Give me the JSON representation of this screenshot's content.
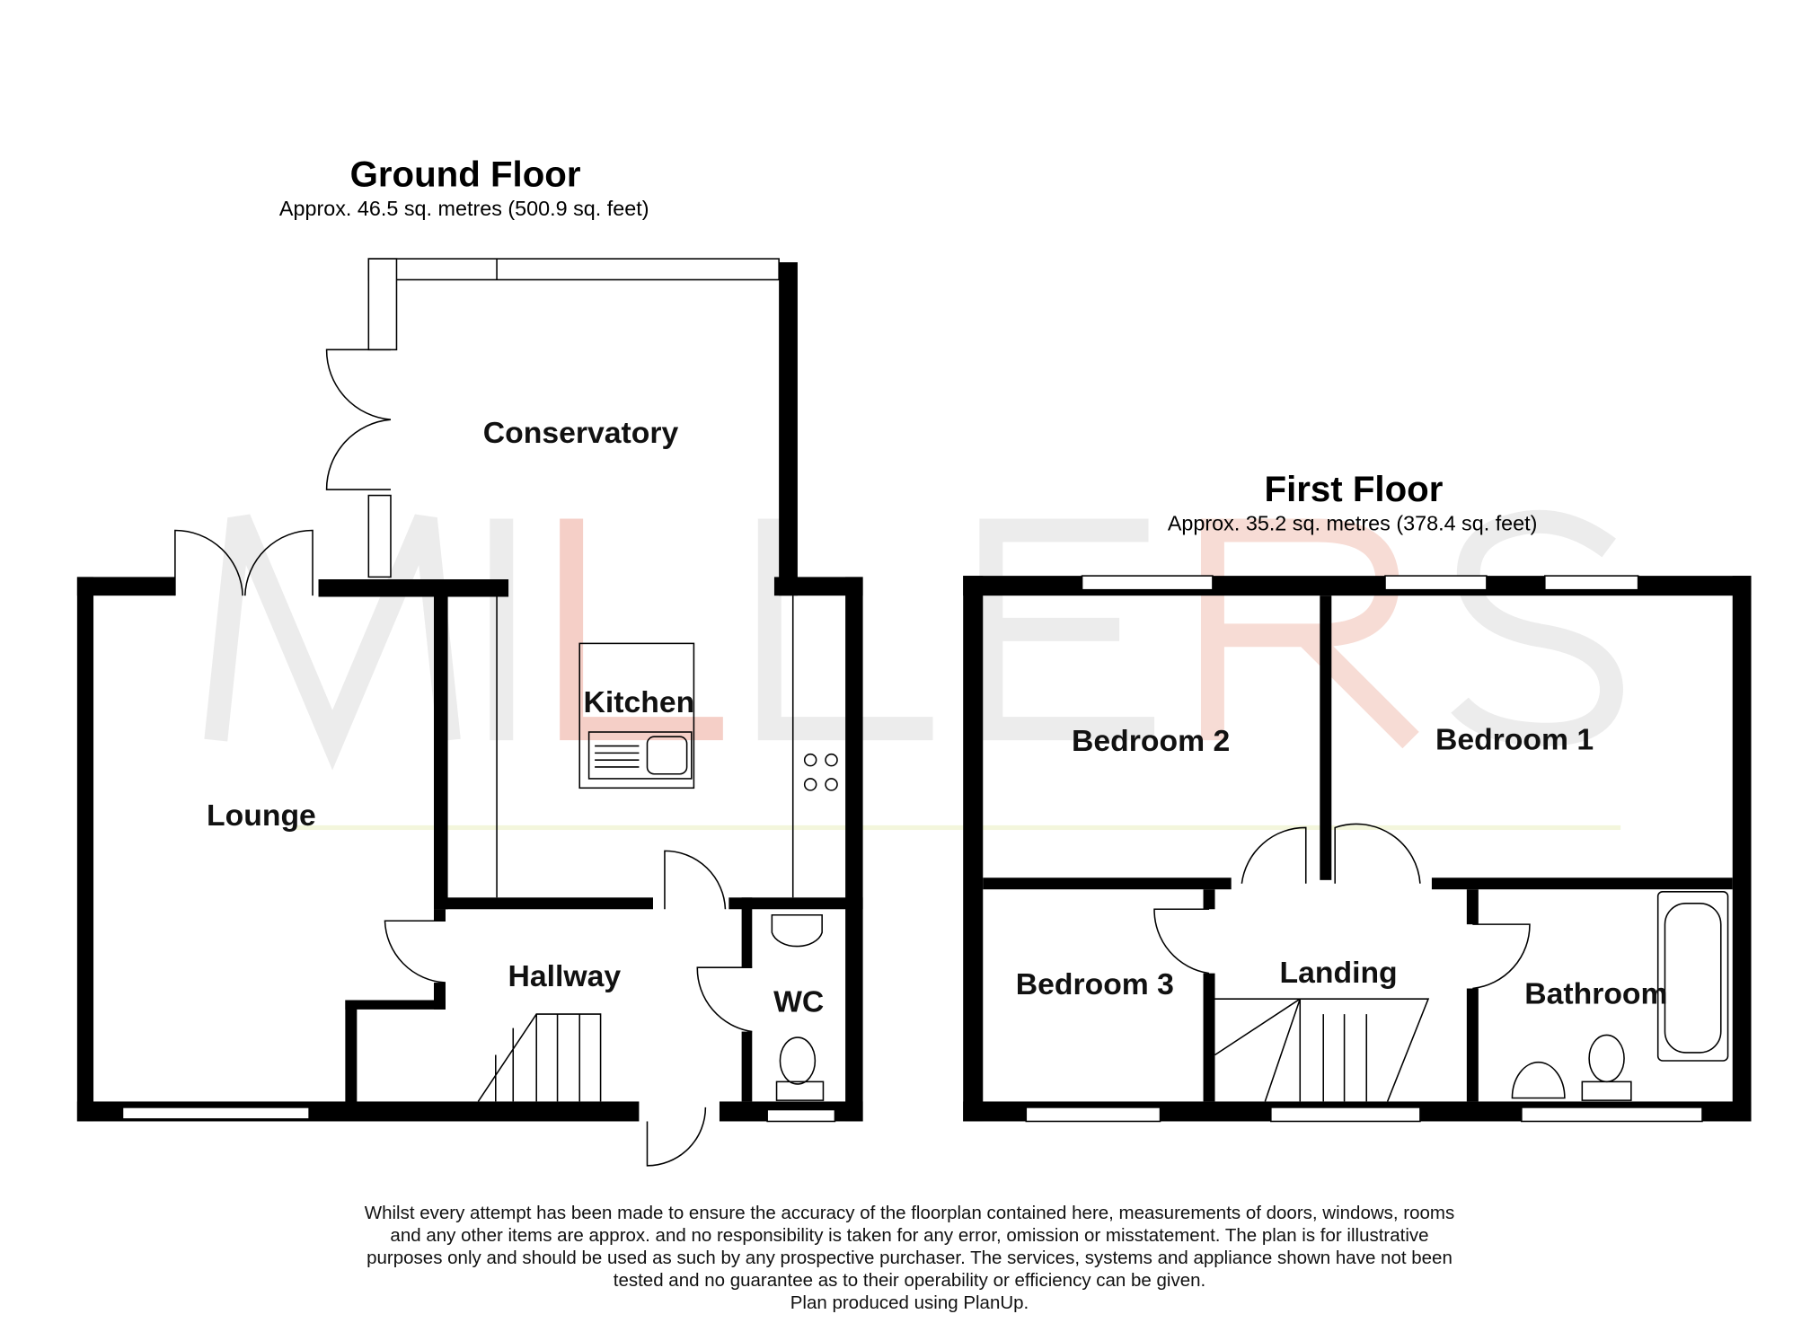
{
  "watermark": {
    "letters": [
      "M",
      "I",
      "L",
      "L",
      "E",
      "R",
      "S"
    ],
    "accent_color": "#f2b9ad",
    "base_color": "#e9e9e9"
  },
  "ground_floor": {
    "title": "Ground Floor",
    "area": "Approx. 46.5 sq. metres (500.9 sq. feet)",
    "rooms": {
      "conservatory": "Conservatory",
      "kitchen": "Kitchen",
      "lounge": "Lounge",
      "hallway": "Hallway",
      "wc": "WC"
    }
  },
  "first_floor": {
    "title": "First Floor",
    "area": "Approx. 35.2 sq. metres (378.4 sq. feet)",
    "rooms": {
      "bedroom2": "Bedroom 2",
      "bedroom1": "Bedroom 1",
      "bedroom3": "Bedroom 3",
      "landing": "Landing",
      "bathroom": "Bathroom"
    }
  },
  "disclaimer": {
    "lines": [
      "Whilst every attempt has been made to ensure the accuracy of the floorplan contained here, measurements of doors, windows, rooms",
      "and any other items are approx. and no responsibility is taken for any error, omission or misstatement. The plan is for illustrative",
      "purposes only and should be used as such by any prospective purchaser. The services, systems and appliance shown have not been",
      "tested and no guarantee as to their operability or efficiency can be given.",
      "Plan produced using PlanUp."
    ]
  }
}
